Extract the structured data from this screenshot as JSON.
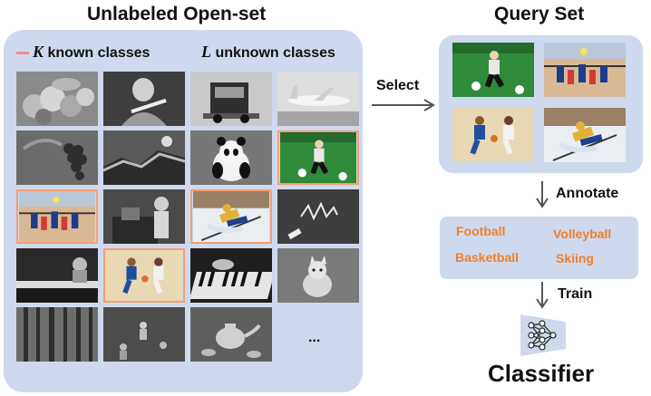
{
  "open_set": {
    "title": "Unlabeled Open-set",
    "legend_known_symbol": "K",
    "legend_known_text": " known classes",
    "legend_unknown_symbol": "L",
    "legend_unknown_text": " unknown classes",
    "ellipsis": "..."
  },
  "query_set": {
    "title": "Query Set"
  },
  "steps": {
    "select": "Select",
    "annotate": "Annotate",
    "train": "Train"
  },
  "classes": [
    "Football",
    "Volleyball",
    "Basketball",
    "Skiing"
  ],
  "classifier": {
    "label": "Classifier",
    "icon": "neural-network-icon"
  },
  "colors": {
    "panel": "#cfd9ee",
    "known_border": "#f2a070",
    "known_legend": "#f08f86",
    "class_text": "#ef7f2a",
    "arrow": "#555555"
  }
}
